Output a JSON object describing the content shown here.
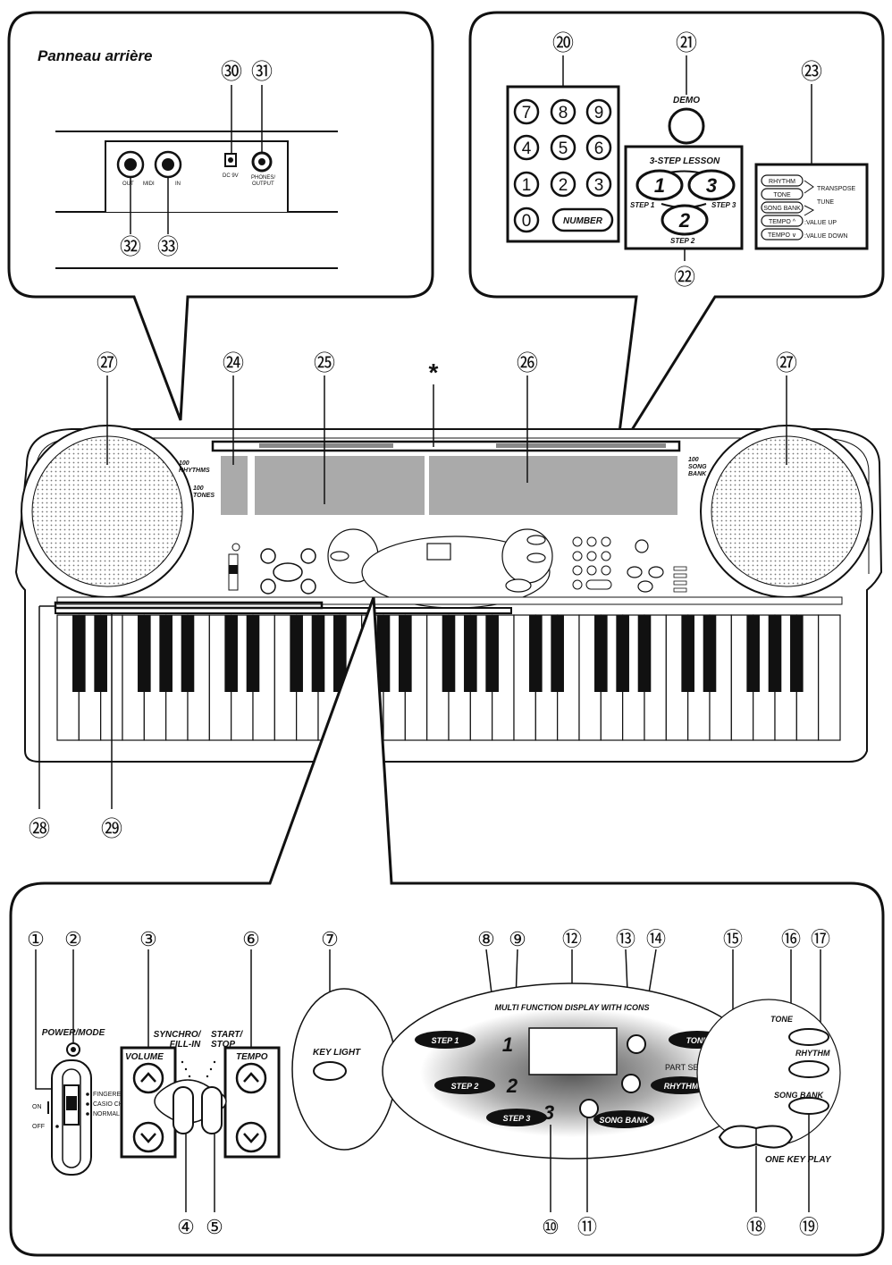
{
  "rear_panel": {
    "title": "Panneau arrière",
    "dc_label": "DC 9V",
    "phones_label": "PHONES/\nOUTPUT",
    "out_label": "OUT",
    "midi_label": "MIDI",
    "in_label": "IN",
    "callouts": [
      "㉚",
      "㉛",
      "㉜",
      "㉝"
    ]
  },
  "keypad": {
    "callout_keypad": "⑳",
    "callout_demo": "㉑",
    "callout_lesson": "㉒",
    "callout_controls": "㉓",
    "digits": [
      "7",
      "8",
      "9",
      "4",
      "5",
      "6",
      "1",
      "2",
      "3",
      "0"
    ],
    "number_label": "NUMBER",
    "demo_label": "DEMO",
    "lesson_title": "3-STEP LESSON",
    "step1": "STEP 1",
    "step2": "STEP 2",
    "step3": "STEP 3",
    "lesson_nums": [
      "1",
      "3",
      "2"
    ],
    "side_buttons": [
      "RHYTHM",
      "TONE",
      "SONG BANK",
      "TEMPO ^",
      "TEMPO ∨"
    ],
    "side_labels": [
      "TRANSPOSE",
      "TUNE",
      ":VALUE UP",
      ":VALUE DOWN"
    ]
  },
  "keyboard": {
    "callouts_top": [
      "㉗",
      "㉔",
      "㉕",
      "*",
      "㉖",
      "㉗"
    ],
    "callouts_bottom": [
      "㉘",
      "㉙"
    ],
    "rhythms_label": "100\nRHYTHMS",
    "tones_label": "100\nTONES",
    "songbank_label": "100\nSONG\nBANK"
  },
  "control_panel": {
    "callouts": [
      "①",
      "②",
      "③",
      "⑥",
      "⑦",
      "⑧",
      "⑨",
      "⑫",
      "⑬",
      "⑭",
      "⑮",
      "⑯",
      "⑰",
      "④",
      "⑤",
      "⑩",
      "⑪",
      "⑱",
      "⑲"
    ],
    "power_mode": "POWER/MODE",
    "on": "ON",
    "off": "OFF",
    "fingered": "FINGERED",
    "casio_chord": "CASIO CHORD",
    "normal": "NORMAL",
    "synchro": "SYNCHRO/\nFILL-IN",
    "start_stop": "START/\nSTOP",
    "volume": "VOLUME",
    "tempo": "TEMPO",
    "key_light": "KEY LIGHT",
    "display_title": "MULTI FUNCTION DISPLAY WITH ICONS",
    "step1": "STEP 1",
    "step2": "STEP 2",
    "step3": "STEP 3",
    "tone": "TONE",
    "rhythm": "RHYTHM",
    "song_bank": "SONG BANK",
    "part_select": "PART SELECT",
    "tone_side": "TONE",
    "rhythm_side": "RHYTHM",
    "song_bank_side": "SONG BANK",
    "one_key_play": "ONE KEY PLAY",
    "digit1": "1",
    "digit2": "2",
    "digit3": "3"
  }
}
